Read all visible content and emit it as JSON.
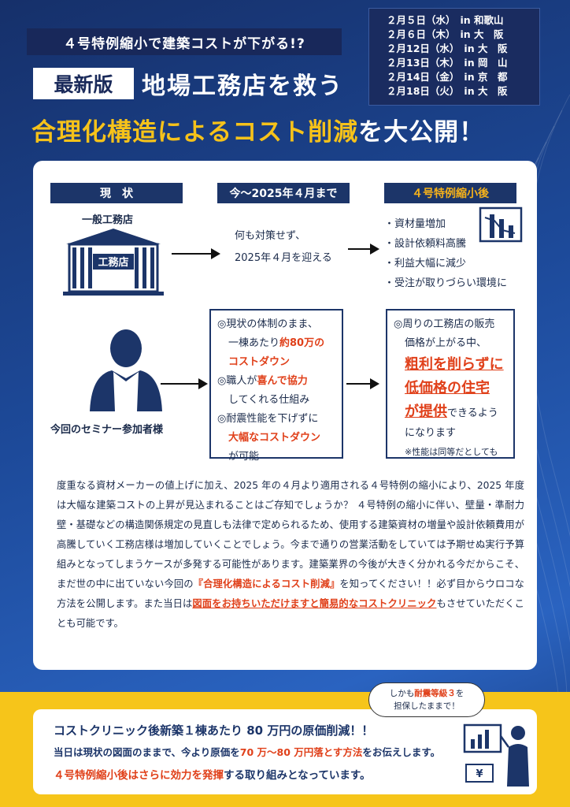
{
  "header": {
    "kicker": "４号特例縮小で建築コストが下がる!?",
    "latest_badge": "最新版",
    "title_line1": "地場工務店を救う",
    "title_line2_yellow": "合理化構造によるコスト削減",
    "title_line2_white": "を大公開！"
  },
  "schedule": [
    {
      "date": "２月５日（水）",
      "place": "in 和歌山"
    },
    {
      "date": "２月６日（木）",
      "place": "in 大　阪"
    },
    {
      "date": "２月12日（水）",
      "place": "in 大　阪"
    },
    {
      "date": "２月13日（木）",
      "place": "in 岡　山"
    },
    {
      "date": "２月14日（金）",
      "place": "in 京　都"
    },
    {
      "date": "２月18日（火）",
      "place": "in 大　阪"
    }
  ],
  "columns": {
    "current": "現　状",
    "until": "今～2025年４月まで",
    "after": "４号特例縮小後"
  },
  "row1": {
    "shop_label": "一般工務店",
    "shop_sign": "工務店",
    "mid_line1": "何も対策せず、",
    "mid_line2": "2025年４月を迎える",
    "bullets": [
      "・資材量増加",
      "・設計依頼料高騰",
      "・利益大幅に減少",
      "・受注が取りづらい環境に"
    ]
  },
  "row2": {
    "attendee_label": "今回のセミナー参加者様",
    "box1": {
      "l1": "◎現状の体制のまま、",
      "l2a": "一棟あたり",
      "l2b": "約80万の",
      "l3": "コストダウン",
      "l4a": "◎職人が",
      "l4b": "喜んで協力",
      "l5": "してくれる仕組み",
      "l6": "◎耐震性能を下げずに",
      "l7": "大幅なコストダウン",
      "l8": "が可能"
    },
    "box2": {
      "l1": "◎周りの工務店の販売",
      "l2": "価格が上がる中、",
      "l3": "粗利を削らずに",
      "l4": "低価格の住宅",
      "l5a": "が提供",
      "l5b": "できるよう",
      "l6": "になります",
      "l7": "※性能は同等だとしても"
    }
  },
  "paragraph": {
    "p1": "度重なる資材メーカーの値上げに加え、2025 年の４月より適用される４号特例の縮小により、2025 年度は大幅な建築コストの上昇が見込まれることはご存知でしょうか？ ４号特例の縮小に伴い、壁量・準耐力壁・基礎などの構造関係規定の見直しも法律で定められるため、使用する建築資材の増量や設計依頼費用が高騰していく工務店様は増加していくことでしょう。今まで通りの営業活動をしていては予期せぬ実行予算組みとなってしまうケースが多発する可能性があります。建築業界の今後が大きく分かれる今だからこそ、まだ世の中に出ていない今回の",
    "hl1": "『合理化構造によるコスト削減』",
    "p2": "を知ってください！！必ず目からウロコな方法を公開します。また当日は",
    "hl2": "図面をお持ちいただけますと簡易的なコストクリニック",
    "p3": "もさせていただくことも可能です。"
  },
  "bottom": {
    "bubble_a": "しかも",
    "bubble_b": "耐震等級３",
    "bubble_c": "を",
    "bubble_d": "担保したままで！",
    "line1": "コストクリニック後新築１棟あたり 80 万円の原価削減！！",
    "line2a": "当日は現状の図面のままで、今より原価を",
    "line2b": "70 万～80 万円落とす方法",
    "line2c": "をお伝えします。",
    "line3a": "４号特例縮小後はさらに効力を発揮",
    "line3b": "する取り組みとなっています。"
  },
  "colors": {
    "navy": "#1c3569",
    "yellow": "#f6c51a",
    "red": "#e0401a"
  }
}
